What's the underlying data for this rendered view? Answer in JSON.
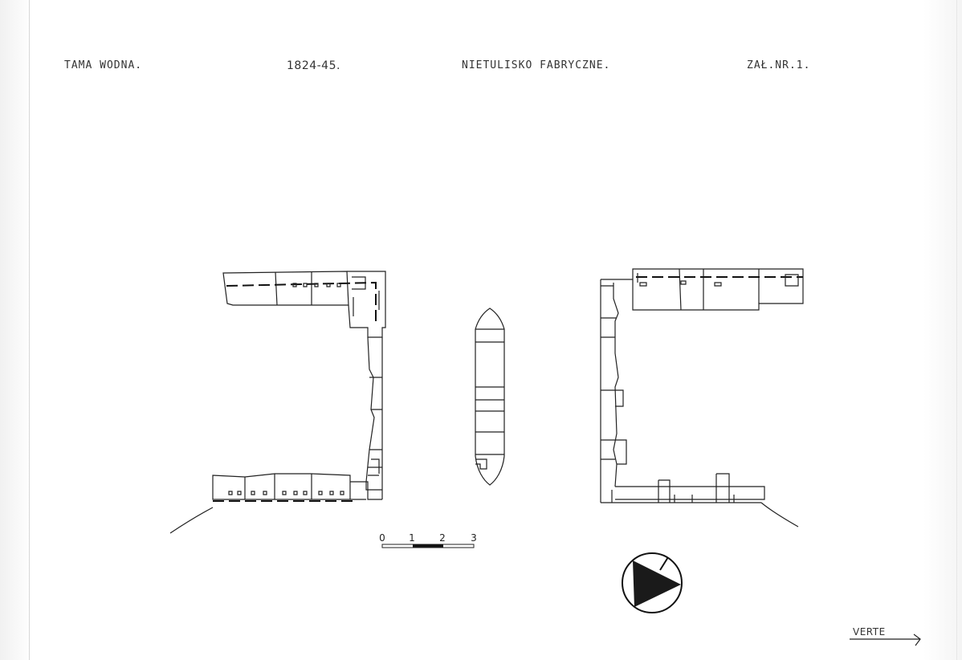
{
  "header": {
    "title": "TAMA WODNA.",
    "date": "1824-45.",
    "location": "NIETULISKO FABRYCZNE.",
    "attachment": "ZAŁ.NR.1."
  },
  "scale_bar": {
    "labels": [
      "0",
      "1",
      "2",
      "3"
    ]
  },
  "footer": {
    "verte": "VERTE"
  },
  "icons": {
    "north_arrow": "north-arrow-icon"
  }
}
